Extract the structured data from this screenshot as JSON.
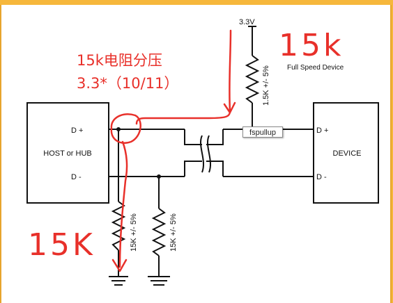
{
  "diagram": {
    "supply_label": "3.3V",
    "pullup_resistor_label": "1.5K +/- 5%",
    "left_box_label": "HOST or HUB",
    "left_dplus": "D +",
    "left_dminus": "D -",
    "right_box_label": "DEVICE",
    "right_dplus": "D +",
    "right_dminus": "D -",
    "pulldown1_label": "15K +/- 5%",
    "pulldown2_label": "15K +/- 5%",
    "device_caption": "Full Speed Device",
    "tooltip_text": "fspullup"
  },
  "annotations": {
    "title_line1": "15k电阻分压",
    "title_line2": "3.3*（10/11）",
    "big_right": "15k",
    "big_left": "15K"
  },
  "colors": {
    "ink": "#111111",
    "annotation_red": "#e8302a",
    "frame_orange": "#f6b73c"
  }
}
